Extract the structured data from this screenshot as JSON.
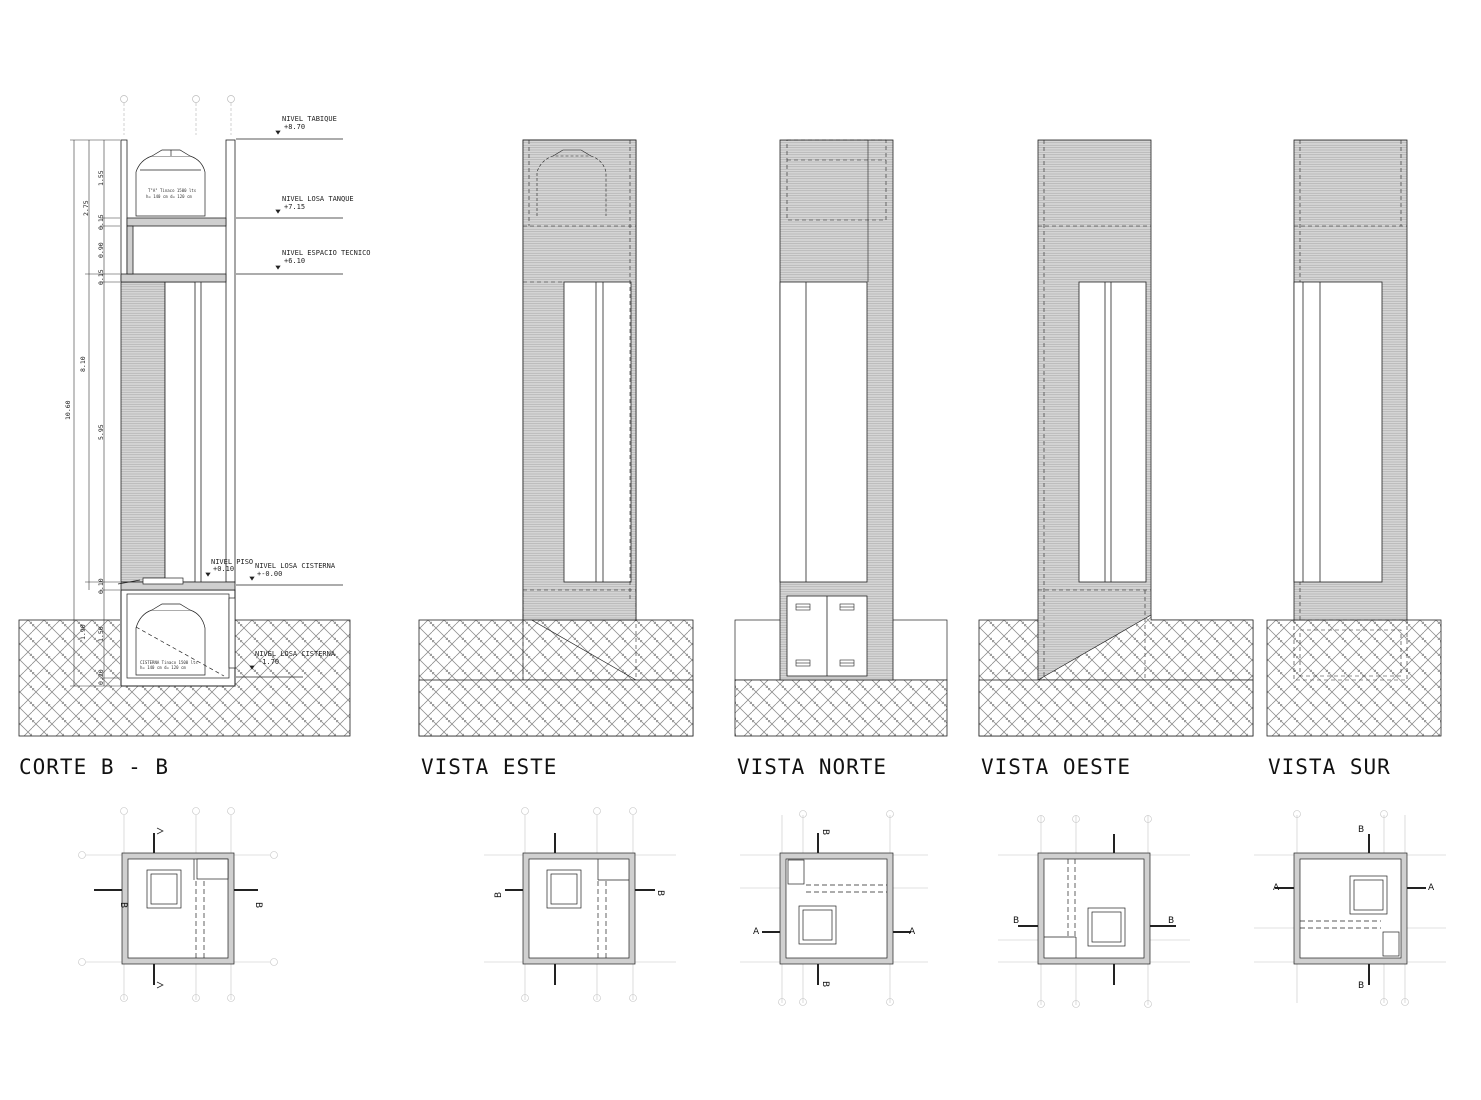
{
  "titles": {
    "corte": "CORTE B - B",
    "este": "VISTA ESTE",
    "norte": "VISTA NORTE",
    "oeste": "VISTA OESTE",
    "sur": "VISTA SUR"
  },
  "levels": {
    "tabique_name": "NIVEL TABIQUE",
    "tabique_value": "+8.70",
    "losa_tanque_name": "NIVEL LOSA TANQUE",
    "losa_tanque_value": "+7.15",
    "espacio_tecnico_name": "NIVEL ESPACIO TECNICO",
    "espacio_tecnico_value": "+6.10",
    "piso_name": "NIVEL PISO",
    "piso_value": "+0.10",
    "losa_cisterna_name": "NIVEL LOSA CISTERNA",
    "losa_cisterna_value": "+-0.00",
    "fondo_cisterna_name": "NIVEL LOSA CISTERNA",
    "fondo_cisterna_value": "-1.70"
  },
  "dimensions": {
    "d_10_60": "10.60",
    "d_8_10": "8.10",
    "d_2_75": "2.75",
    "d_1_55": "1.55",
    "d_0_15a": "0.15",
    "d_0_90": "0.90",
    "d_0_15b": "0.15",
    "d_5_95": "5.95",
    "d_0_10": "0.10",
    "d_1_90": "1.90",
    "d_1_50": "1.50",
    "d_0_20": "0.20"
  },
  "tank_notes": {
    "tanque_line1": "T\"A\" Tinaco 1500 lts",
    "tanque_line2": "h= 140 cm  d= 120 cm",
    "cisterna_line1": "CISTERNA Tinaco 1500 lts",
    "cisterna_line2": "h= 140 cm  d= 120 cm"
  },
  "section_marks": {
    "a": "A",
    "b": "B"
  },
  "colors": {
    "line": "#222222",
    "wall_fill": "#cfcfcf",
    "hatch": "#9a9a9a",
    "grid": "#bdbdbd"
  }
}
